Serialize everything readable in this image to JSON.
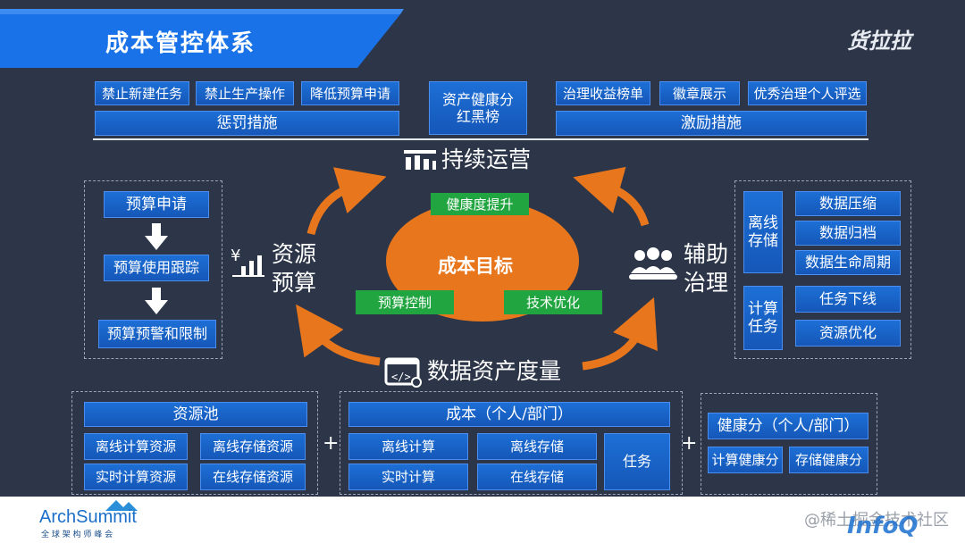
{
  "header": {
    "title": "成本管控体系",
    "logo": "货拉拉"
  },
  "top": {
    "penalty_items": [
      "禁止新建任务",
      "禁止生产操作",
      "降低预算申请"
    ],
    "penalty_label": "惩罚措施",
    "health_rank": "资产健康分\n红黑榜",
    "incentive_items": [
      "治理收益榜单",
      "徽章展示",
      "优秀治理个人评选"
    ],
    "incentive_label": "激励措施"
  },
  "center": {
    "continuous_ops": "持续运营",
    "goal": "成本目标",
    "health_up": "健康度提升",
    "budget_control": "预算控制",
    "tech_opt": "技术优化",
    "data_measure": "数据资产度量"
  },
  "left": {
    "label_line1": "资源",
    "label_line2": "预算",
    "steps": [
      "预算申请",
      "预算使用跟踪",
      "预算预警和限制"
    ]
  },
  "right": {
    "label_line1": "辅助",
    "label_line2": "治理",
    "offline_storage": "离线\n存储",
    "compute_task": "计算\n任务",
    "storage_items": [
      "数据压缩",
      "数据归档",
      "数据生命周期"
    ],
    "task_items": [
      "任务下线",
      "资源优化"
    ]
  },
  "bottom": {
    "pool_title": "资源池",
    "pool_items": [
      "离线计算资源",
      "离线存储资源",
      "实时计算资源",
      "在线存储资源"
    ],
    "cost_title": "成本（个人/部门）",
    "cost_items": [
      "离线计算",
      "离线存储",
      "实时计算",
      "在线存储"
    ],
    "cost_task": "任务",
    "health_title": "健康分（个人/部门）",
    "health_items": [
      "计算健康分",
      "存储健康分"
    ],
    "plus": "+"
  },
  "footer": {
    "brand": "ArchSummit",
    "brand_sub": "全 球 架 构 师 峰 会",
    "watermark": "@稀土掘金技术社区",
    "infoq": "InfoQ"
  },
  "colors": {
    "background": "#2c3648",
    "box_blue": "#1a64c8",
    "accent_orange": "#e8761c",
    "green": "#21a540"
  }
}
